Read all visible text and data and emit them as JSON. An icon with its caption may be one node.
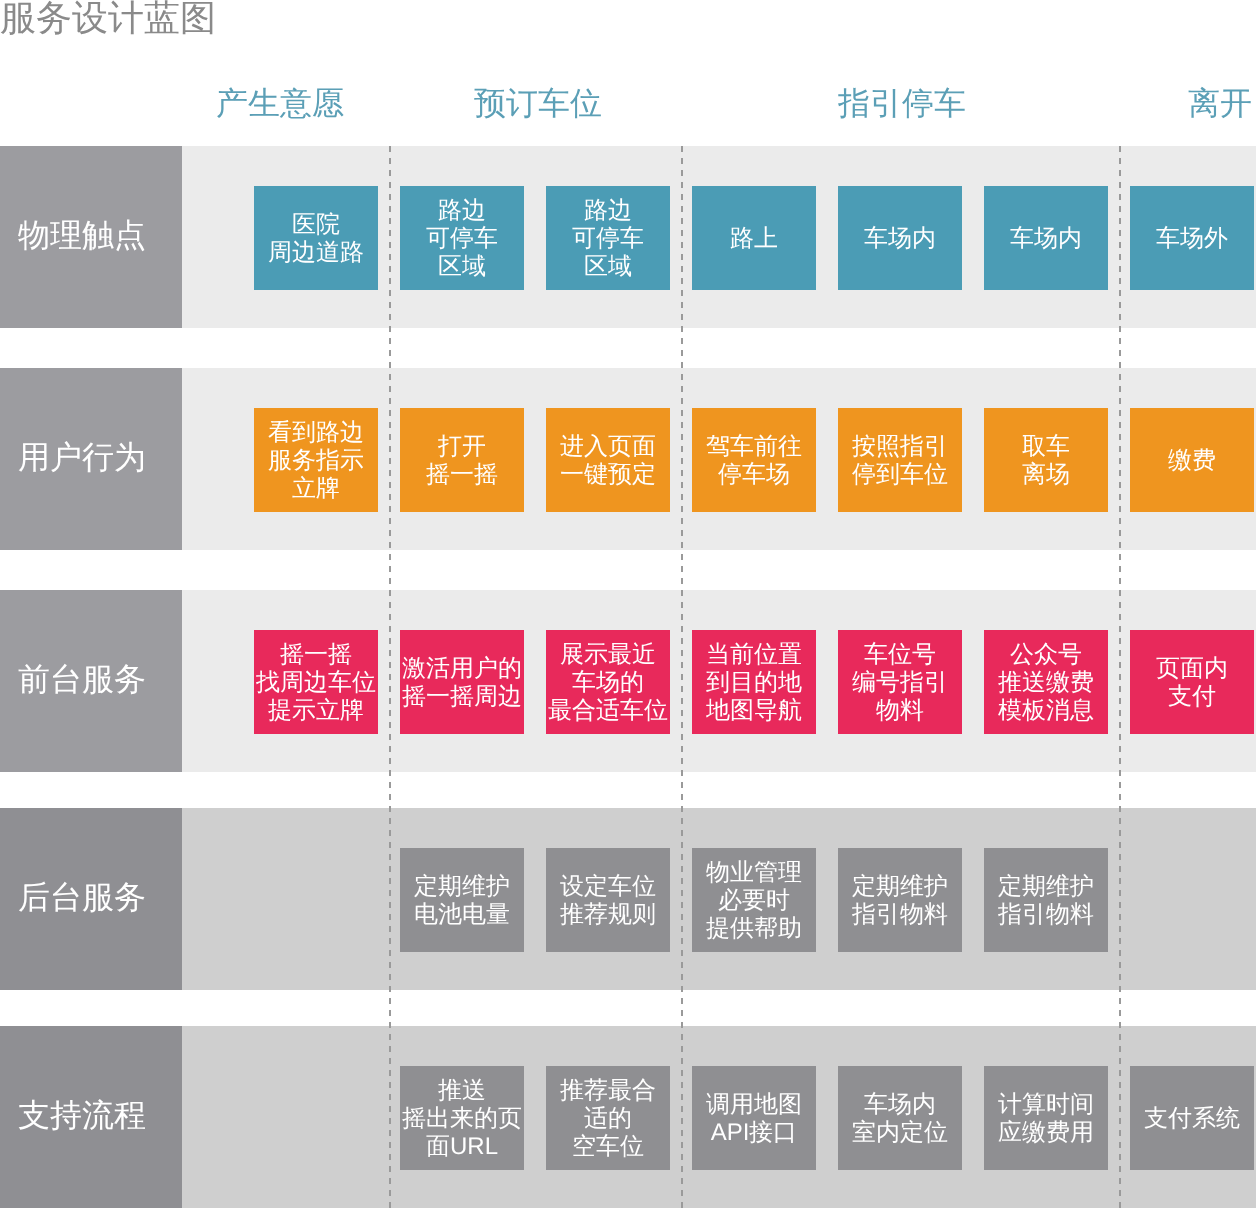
{
  "diagram": {
    "title": "服务设计蓝图",
    "nodes": [
      {
        "text": [
          "物理触点"
        ]
      },
      {
        "text": [
          "医院周边道路"
        ],
        "in": 0
      },
      {
        "text": [
          "路边可停车区域"
        ],
        "in": 0
      },
      {
        "text": [
          "路边可停车区域"
        ],
        "in": 0
      },
      {
        "text": [
          "路上"
        ],
        "in": 0
      },
      {
        "text": [
          "车场内"
        ],
        "in": 0
      },
      {
        "text": [
          "车场内"
        ],
        "in": 0
      },
      {
        "text": [
          "车场外"
        ],
        "in": 0
      },
      {
        "text": [
          "用户行为"
        ]
      },
      {
        "text": [
          "看到路边服务指示立牌"
        ],
        "in": 8
      },
      {
        "text": [
          "打开摇一摇"
        ],
        "in": 8
      },
      {
        "text": [
          "进入页面一键预定"
        ],
        "in": 8
      },
      {
        "text": [
          "驾车前往停车场"
        ],
        "in": 8
      },
      {
        "text": [
          "按照指引停到车位"
        ],
        "in": 8
      },
      {
        "text": [
          "取车离场"
        ],
        "in": 8
      },
      {
        "text": [
          "缴费"
        ],
        "in": 8
      },
      {
        "text": [
          "前台服务"
        ]
      },
      {
        "text": [
          "摇一摇找周边车位提示立牌"
        ],
        "in": 16
      },
      {
        "text": [
          "激活用户的摇一摇周边"
        ],
        "in": 16
      },
      {
        "text": [
          "展示最近车场的最合适车位"
        ],
        "in": 16
      },
      {
        "text": [
          "当前位置到目的地地图导航"
        ],
        "in": 16
      },
      {
        "text": [
          "车位号编号指引物料"
        ],
        "in": 16
      },
      {
        "text": [
          "公众号推送缴费模板消息"
        ],
        "in": 16
      },
      {
        "text": [
          "页面内支付"
        ],
        "in": 16
      },
      {
        "text": [
          "后台服务"
        ]
      },
      {
        "text": [
          "定期维护电池电量"
        ],
        "in": 24
      },
      {
        "text": [
          "设定车位推荐规则"
        ],
        "in": 24
      },
      {
        "text": [
          "物业管理必要时提供帮助"
        ],
        "in": 24
      },
      {
        "text": [
          "定期维护指引物料"
        ],
        "in": 24
      },
      {
        "text": [
          "定期维护指引物料"
        ],
        "in": 24
      },
      {
        "text": [
          "支持流程"
        ]
      },
      {
        "text": [
          "推送摇出来的页面URL"
        ],
        "in": 30
      },
      {
        "text": [
          "推荐最合适的空车位"
        ],
        "in": 30
      },
      {
        "text": [
          "调用地图API接口"
        ],
        "in": 30
      },
      {
        "text": [
          "车场内室内定位"
        ],
        "in": 30
      },
      {
        "text": [
          "计算时间应缴费用"
        ],
        "in": 30
      },
      {
        "text": [
          "支付系统"
        ],
        "in": 30
      }
    ],
    "labels": [
      "产生意愿",
      "预订车位",
      "指引停车",
      "离开"
    ]
  }
}
